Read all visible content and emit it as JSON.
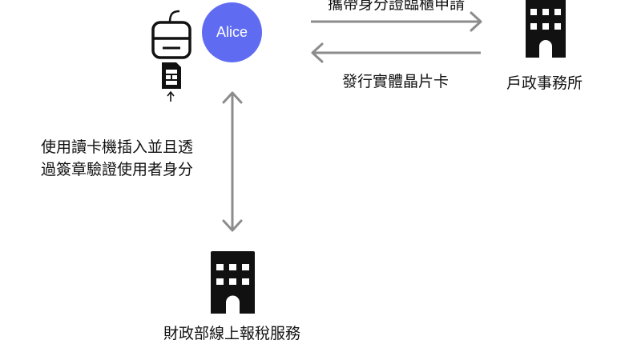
{
  "user": {
    "name": "Alice"
  },
  "labels": {
    "apply": "攜帶身分證臨櫃申請",
    "issue": "發行實體晶片卡",
    "household_office": "戶政事務所",
    "verify_line1": "使用讀卡機插入並且透",
    "verify_line2": "過簽章驗證使用者身分",
    "tax_service": "財政部線上報稅服務"
  },
  "icons": {
    "reader": "card-reader-icon",
    "card": "chip-card-icon",
    "building": "office-building-icon"
  },
  "colors": {
    "alice": "#5f6cf2",
    "arrow": "#8c8c8c",
    "ink": "#111111"
  }
}
